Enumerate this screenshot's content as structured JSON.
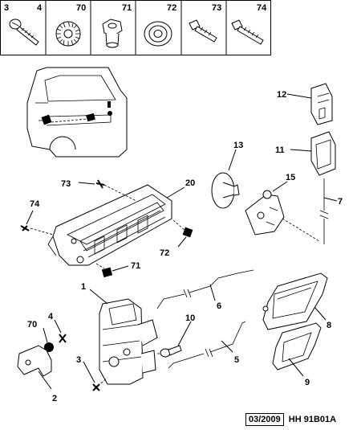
{
  "header_parts": [
    {
      "ref": "3"
    },
    {
      "ref": "4"
    },
    {
      "ref": "70"
    },
    {
      "ref": "71"
    },
    {
      "ref": "72"
    },
    {
      "ref": "73"
    },
    {
      "ref": "74"
    }
  ],
  "callouts": {
    "c1": "1",
    "c2": "2",
    "c3": "3",
    "c4": "4",
    "c5": "5",
    "c6": "6",
    "c7": "7",
    "c8": "8",
    "c9": "9",
    "c10": "10",
    "c11": "11",
    "c12": "12",
    "c13": "13",
    "c15": "15",
    "c20": "20",
    "c70": "70",
    "c71": "71",
    "c72": "72",
    "c73": "73",
    "c74": "74"
  },
  "footer": {
    "date": "03/2009",
    "code": "HH 91B01A"
  }
}
